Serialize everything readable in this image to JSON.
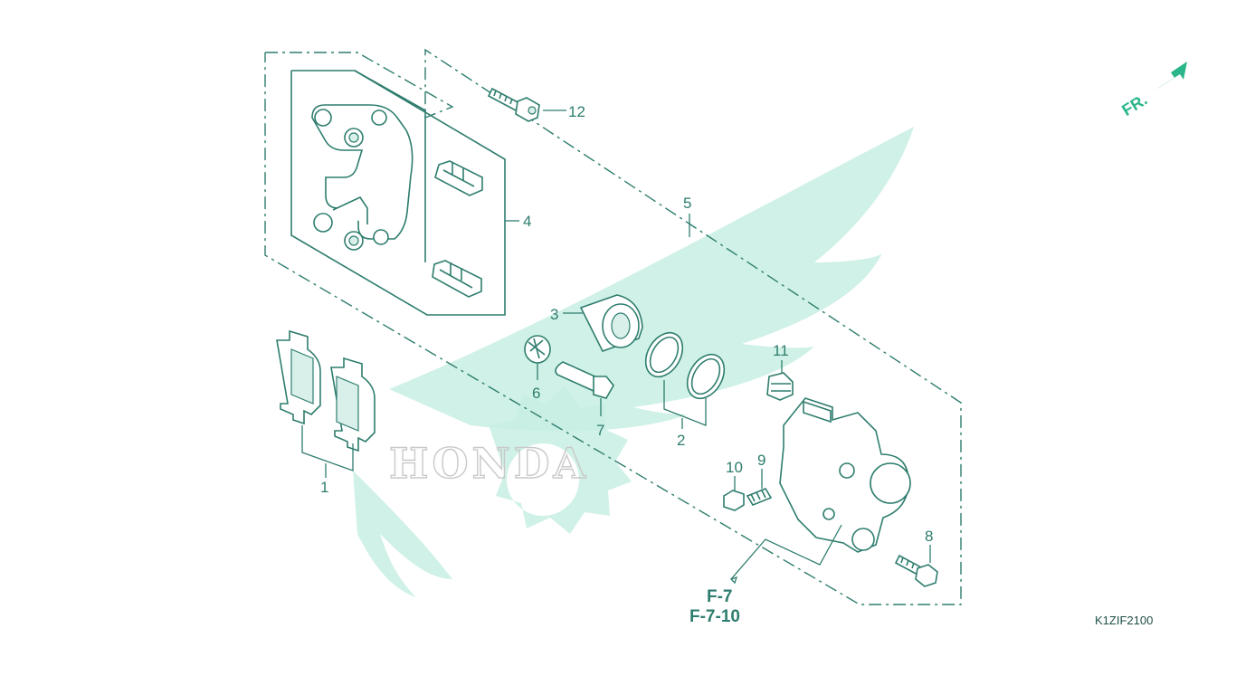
{
  "diagram": {
    "watermark_text": "HONDA",
    "direction_label": "FR.",
    "diagram_code": "K1ZIF2100",
    "references": [
      "F-7",
      "F-7-10"
    ],
    "callouts": [
      {
        "id": "1",
        "label": "1"
      },
      {
        "id": "2",
        "label": "2"
      },
      {
        "id": "3",
        "label": "3"
      },
      {
        "id": "4",
        "label": "4"
      },
      {
        "id": "5",
        "label": "5"
      },
      {
        "id": "6",
        "label": "6"
      },
      {
        "id": "7",
        "label": "7"
      },
      {
        "id": "8",
        "label": "8"
      },
      {
        "id": "9",
        "label": "9"
      },
      {
        "id": "10",
        "label": "10"
      },
      {
        "id": "11",
        "label": "11"
      },
      {
        "id": "12",
        "label": "12"
      }
    ]
  },
  "colors": {
    "line": "#2e7d6e",
    "watermark": "#c8eee3",
    "arrow": "#2bb58a"
  }
}
